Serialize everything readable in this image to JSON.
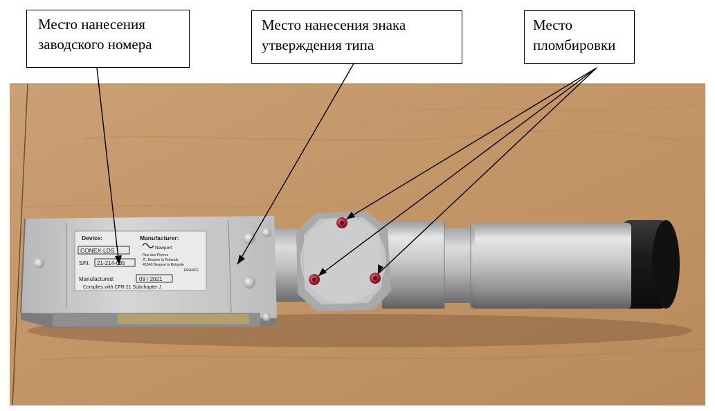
{
  "callouts": {
    "serial_number_place": {
      "line1": "Место нанесения",
      "line2": "заводского номера"
    },
    "type_approval_place": {
      "line1": "Место нанесения знака",
      "line2": "утверждения типа"
    },
    "sealing_place": {
      "line1": "Место",
      "line2": "пломбировки"
    }
  },
  "device_label": {
    "device_heading": "Device:",
    "device_name": "CONEX-LDS",
    "sn_label": "S/N:",
    "sn_value": "21-214-035",
    "manufacturer_heading": "Manufacturer:",
    "brand": "Newport",
    "address_line1": "Rue des Pierres",
    "address_line2": "ZI. Beaune la Rolande",
    "address_line3": "45340 Beaune la Rolande",
    "country": "FRANCE",
    "manufactured_label": "Manufactured:",
    "manufactured_value": "09 / 2021",
    "compliance": "Complies with CFR 21 Subchapter J"
  },
  "colors": {
    "table_wood": "#c49a6c",
    "metal": "#c8c8c8",
    "seal_screw": "#b0283a",
    "lens_cap": "#1a1a1a"
  }
}
